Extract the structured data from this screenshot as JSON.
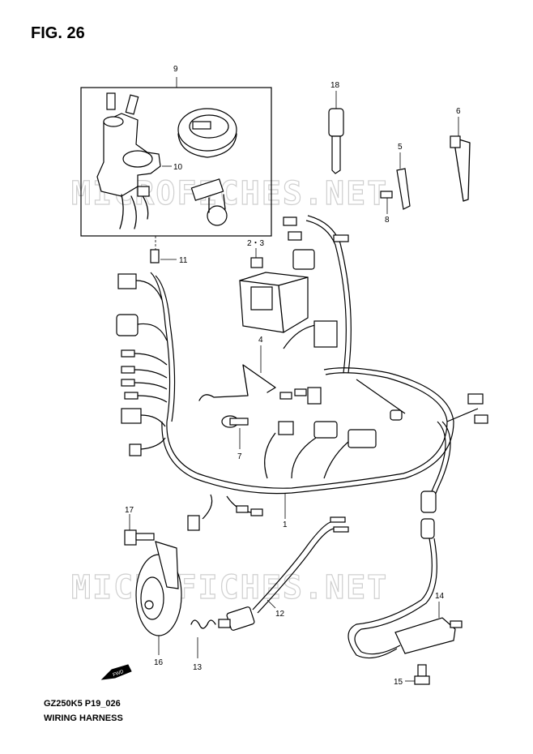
{
  "figure": {
    "title": "FIG. 26"
  },
  "footer": {
    "model_code": "GZ250K5 P19_026",
    "section_name": "WIRING HARNESS"
  },
  "watermark": {
    "text": "MICROFICHES.NET"
  },
  "callouts": {
    "c1": "1",
    "c2_3": "2・3",
    "c4": "4",
    "c5": "5",
    "c6": "6",
    "c7": "7",
    "c8": "8",
    "c9": "9",
    "c10": "10",
    "c11": "11",
    "c12": "12",
    "c13": "13",
    "c14": "14",
    "c15": "15",
    "c16": "16",
    "c17": "17",
    "c18": "18"
  },
  "direction_marker": {
    "text": "FWD"
  }
}
